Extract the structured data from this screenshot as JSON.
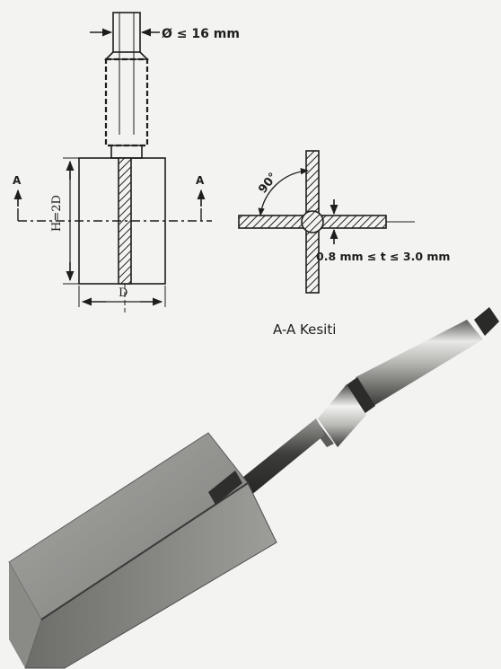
{
  "labels": {
    "diameter": "Ø ≤ 16  mm",
    "height": "H=2D",
    "width": "D",
    "section_marker": "A",
    "angle": "90°",
    "thickness": "0.8  mm ≤ t ≤ 3.0  mm",
    "section_title": "A-A Kesiti"
  }
}
